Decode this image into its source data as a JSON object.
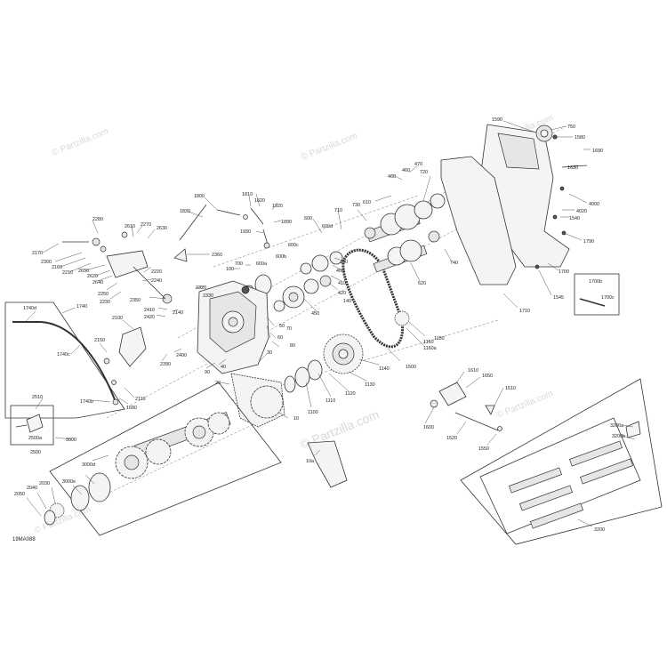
{
  "diagram": {
    "drawing_code": "19MA088",
    "watermarks": [
      "© Partzilla.com",
      "© Partzilla.com",
      "© Partzilla.com",
      "© Partzilla.com",
      "© Partzilla.com",
      "© Partzilla.com"
    ],
    "callouts": [
      "1590",
      "750",
      "1580",
      "1690",
      "1630",
      "4000",
      "4020",
      "1540",
      "1790",
      "1700",
      "1700b",
      "1700c",
      "1545",
      "470",
      "460",
      "720",
      "460",
      "730",
      "610",
      "710",
      "600",
      "600d",
      "600c",
      "600b",
      "600a",
      "740",
      "620",
      "1710",
      "1800",
      "1810",
      "1820",
      "1830",
      "1920",
      "1890",
      "1930",
      "2360",
      "700",
      "100",
      "2320",
      "2330",
      "2350",
      "2410",
      "2420",
      "2140",
      "2100",
      "2390",
      "2400",
      "2280",
      "2610",
      "2270",
      "2630",
      "2170",
      "2300",
      "2160",
      "2210",
      "2650",
      "2620",
      "2640",
      "2220",
      "2240",
      "2250",
      "2230",
      "1740d",
      "1740",
      "1740c",
      "1740b",
      "2150",
      "1680",
      "2110",
      "2510",
      "2500a",
      "2500",
      "3000",
      "3000d",
      "3000e",
      "2030",
      "2040",
      "2050",
      "450",
      "420",
      "410",
      "400",
      "390",
      "140",
      "60",
      "50",
      "70",
      "80",
      "90",
      "40",
      "30",
      "20",
      "10",
      "10a",
      "1100",
      "1110",
      "1120",
      "1130",
      "1140",
      "1500",
      "1150",
      "1160",
      "1160a",
      "1610",
      "1650",
      "1510",
      "1600",
      "1520",
      "1550",
      "3200a",
      "3200b",
      "3200"
    ]
  }
}
